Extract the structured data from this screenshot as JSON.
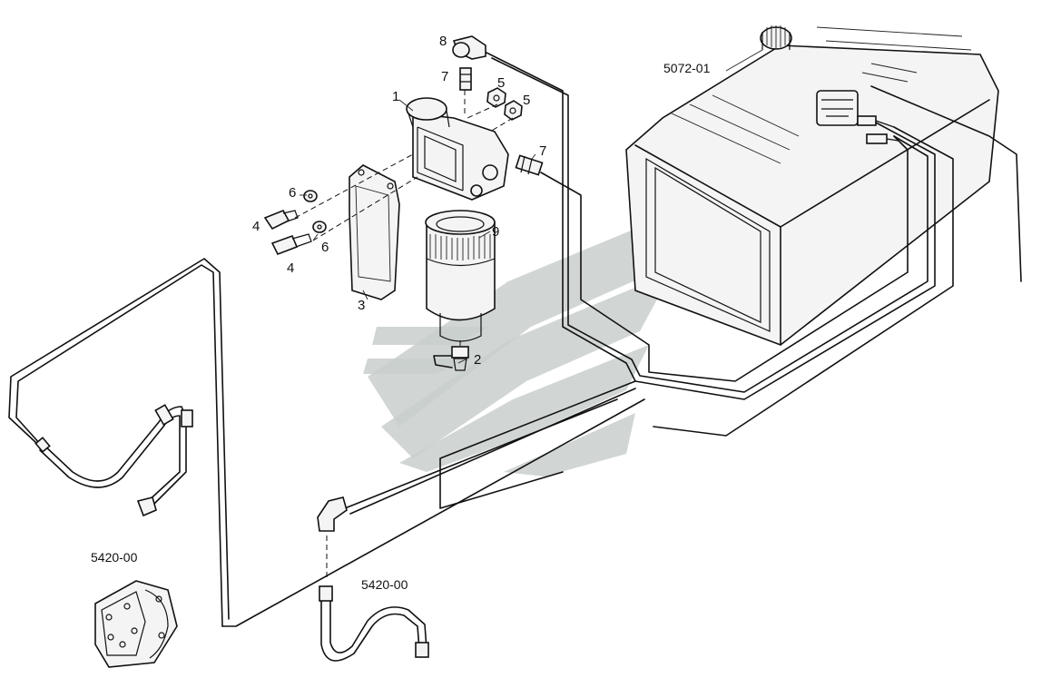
{
  "diagram": {
    "watermark_color": "#c9cfcd",
    "line_color": "#111111",
    "parts": {
      "callout_1": "1",
      "callout_2": "2",
      "callout_3": "3",
      "callout_4a": "4",
      "callout_4b": "4",
      "callout_5a": "5",
      "callout_5b": "5",
      "callout_6a": "6",
      "callout_6b": "6",
      "callout_7a": "7",
      "callout_7b": "7",
      "callout_8": "8",
      "callout_9": "9"
    },
    "references": {
      "fuel_tank": "5072-01",
      "pump_assembly": "5420-00",
      "fuel_hose": "5420-00"
    }
  }
}
